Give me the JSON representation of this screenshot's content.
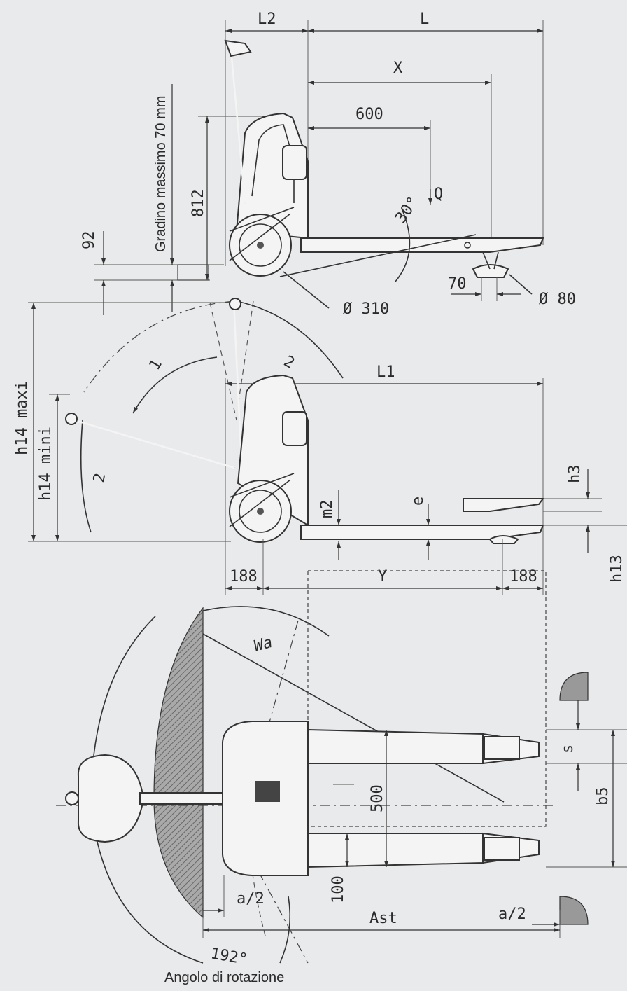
{
  "side_view": {
    "L2": "L2",
    "L": "L",
    "X": "X",
    "d600": "600",
    "Q": "Q",
    "angle30": "30°",
    "h812": "812",
    "h92": "92",
    "gradino": "Gradino massimo 70 mm",
    "d310": "Ø 310",
    "d70": "70",
    "d80": "Ø 80"
  },
  "tiller_view": {
    "h14maxi": "h14  maxi",
    "h14mini": "h14  mini",
    "L1": "L1",
    "arc1": "1",
    "arc2a": "2",
    "arc2b": "2",
    "h3": "h3",
    "m2": "m2",
    "e": "e",
    "h13": "h13",
    "d188a": "188",
    "Y": "Y",
    "d188b": "188"
  },
  "top_view": {
    "Wa": "Wa",
    "d500": "500",
    "d100": "100",
    "s": "s",
    "b5": "b5",
    "a2_left": "a/2",
    "a2_right": "a/2",
    "Ast": "Ast",
    "angle192": "192°",
    "rotation_caption": "Angolo di rotazione"
  }
}
